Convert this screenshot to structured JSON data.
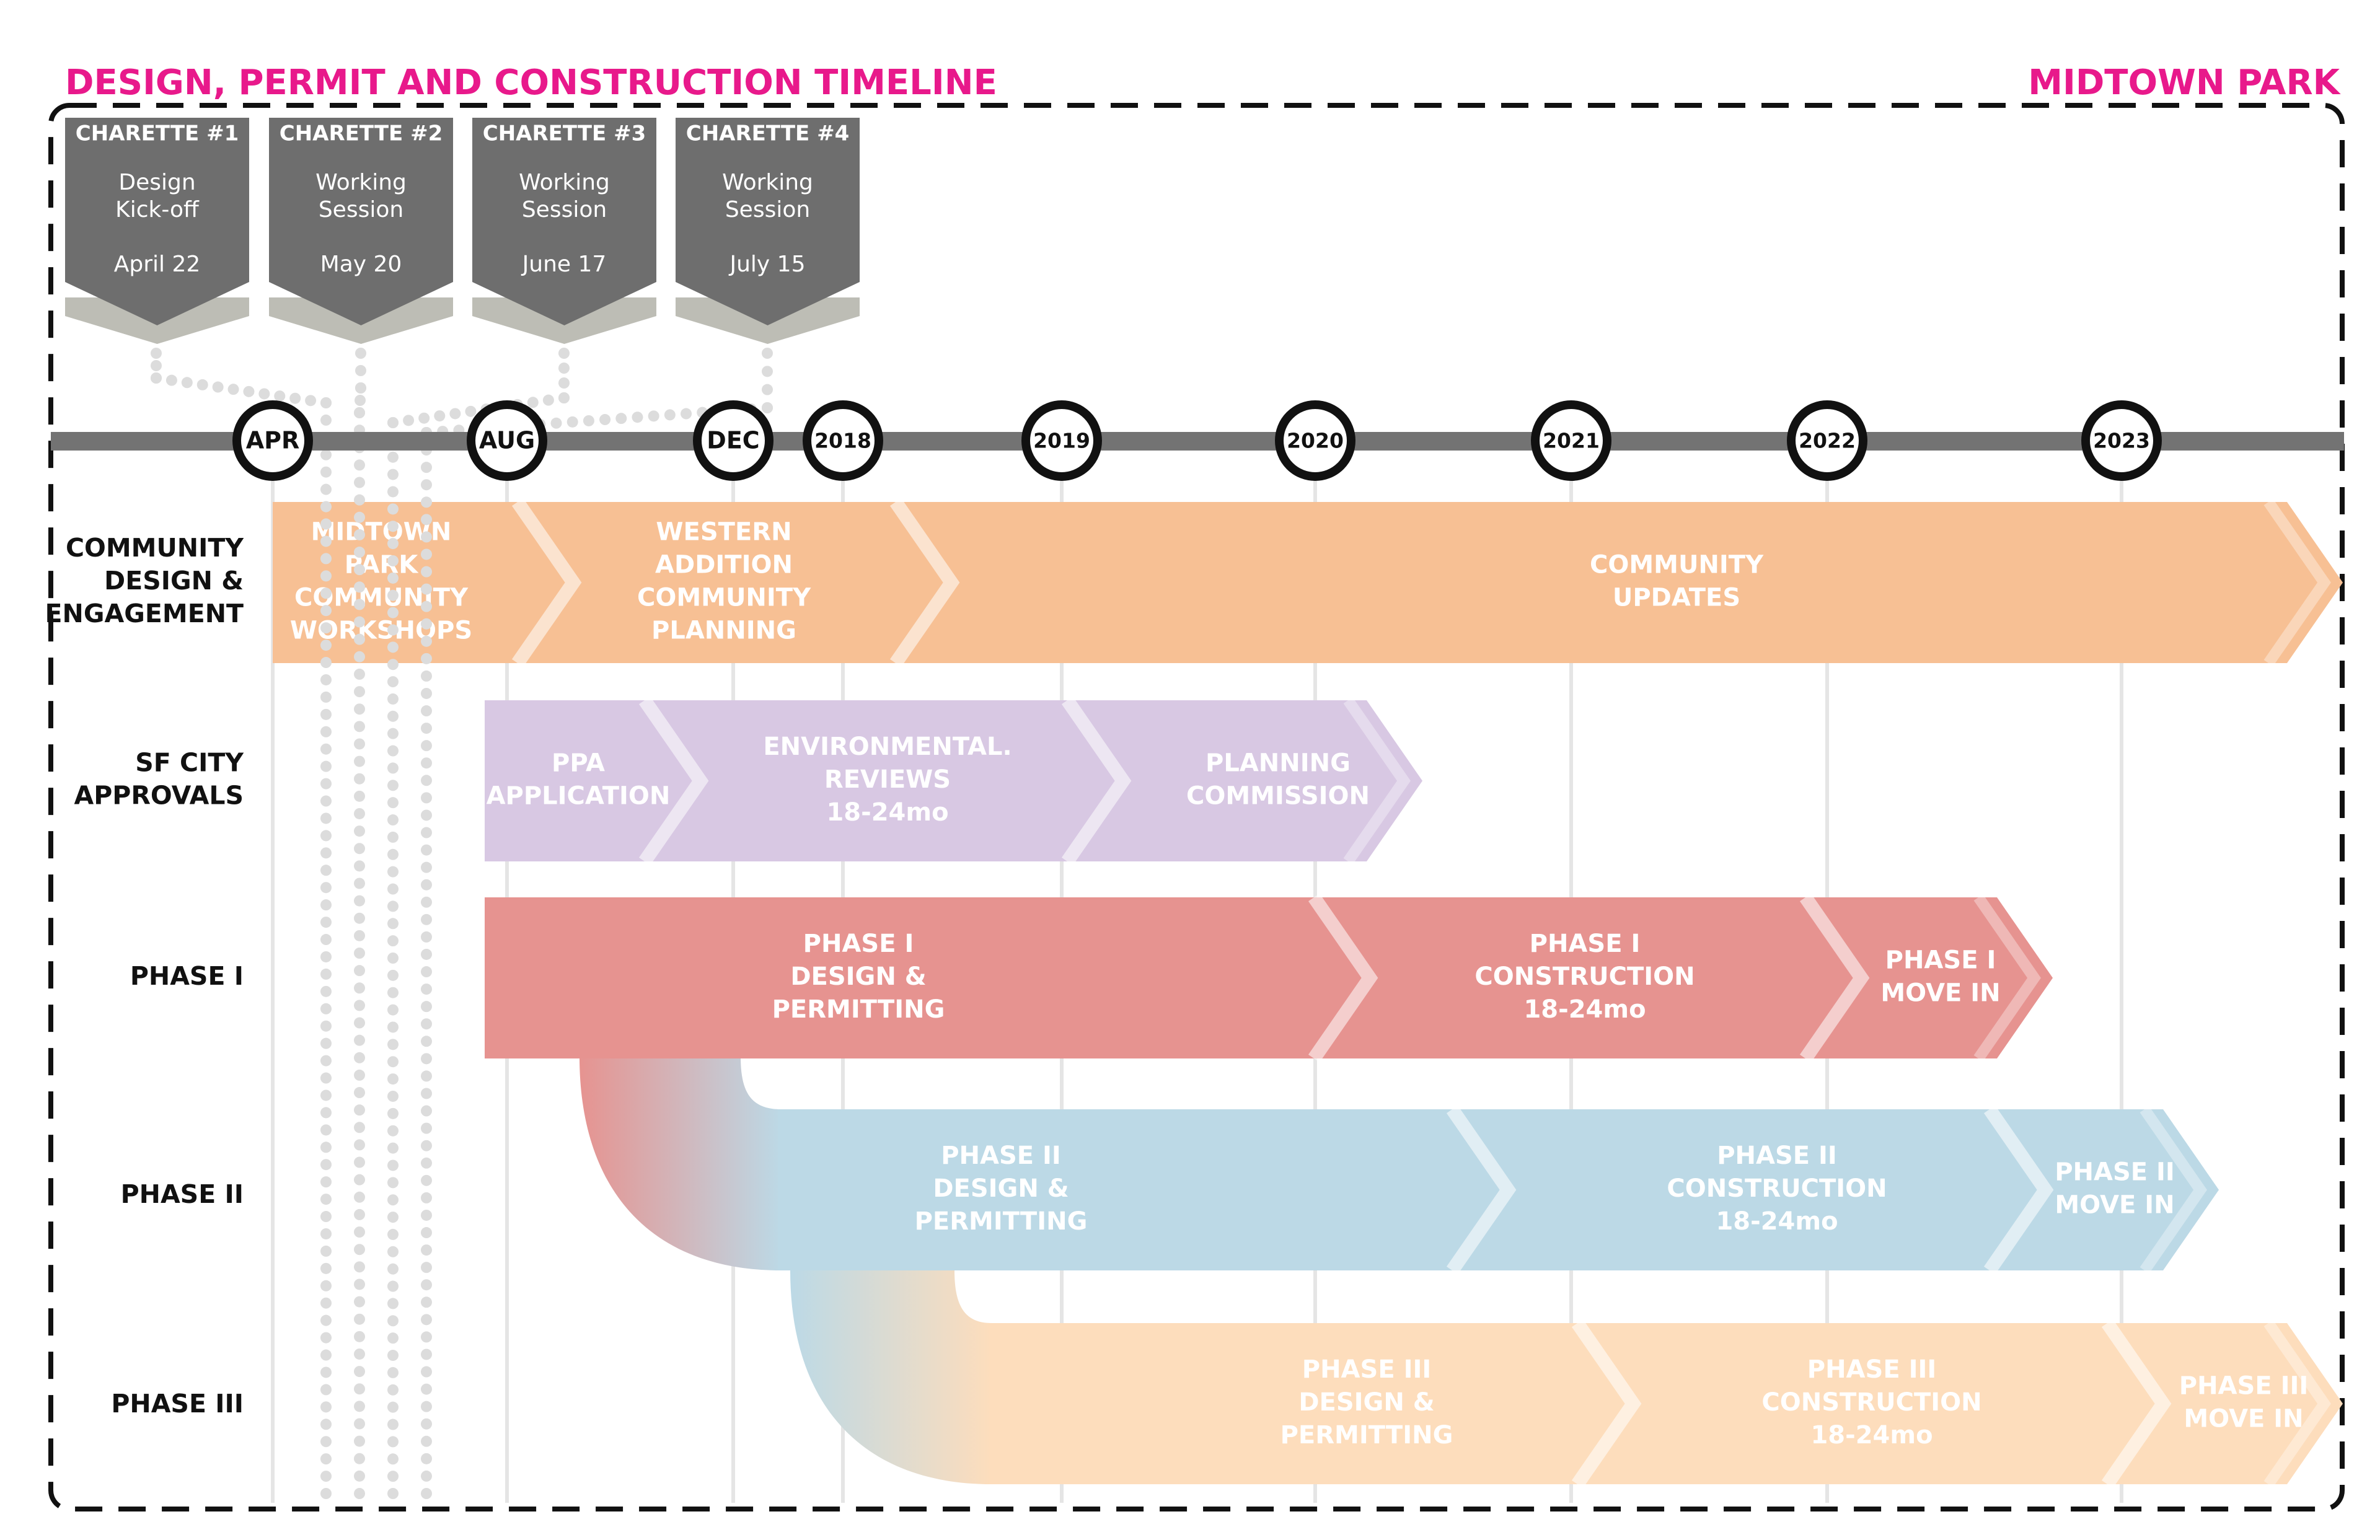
{
  "header": {
    "title": "DESIGN, PERMIT AND CONSTRUCTION TIMELINE",
    "project": "MIDTOWN PARK"
  },
  "colors": {
    "accent": "#E8198B",
    "timeline_bar": "#737373",
    "charette": "#6E6E6E",
    "charette_base": "#BDBDB5",
    "community": "#F7C094",
    "approvals": "#D8C8E3",
    "phase1": "#E69390",
    "phase2": "#BCD9E6",
    "phase3": "#FDDDBC"
  },
  "charettes": [
    {
      "title": "CHARETTE #1",
      "line1": "Design",
      "line2": "Kick-off",
      "date": "April 22"
    },
    {
      "title": "CHARETTE #2",
      "line1": "Working",
      "line2": "Session",
      "date": "May 20"
    },
    {
      "title": "CHARETTE #3",
      "line1": "Working",
      "line2": "Session",
      "date": "June 17"
    },
    {
      "title": "CHARETTE #4",
      "line1": "Working",
      "line2": "Session",
      "date": "July 15"
    }
  ],
  "timeline_markers": [
    "APR",
    "AUG",
    "DEC",
    "2018",
    "2019",
    "2020",
    "2021",
    "2022",
    "2023"
  ],
  "rows": [
    {
      "label": [
        "COMMUNITY",
        "DESIGN &",
        "ENGAGEMENT"
      ]
    },
    {
      "label": [
        "SF CITY",
        "APPROVALS"
      ]
    },
    {
      "label": [
        "PHASE I"
      ]
    },
    {
      "label": [
        "PHASE II"
      ]
    },
    {
      "label": [
        "PHASE III"
      ]
    }
  ],
  "segments": {
    "community": [
      [
        "MIDTOWN",
        "PARK",
        "COMMUNITY",
        "WORKSHOPS"
      ],
      [
        "WESTERN",
        "ADDITION",
        "COMMUNITY",
        "PLANNING"
      ],
      [
        "COMMUNITY",
        "UPDATES"
      ]
    ],
    "approvals": [
      [
        "PPA",
        "APPLICATION"
      ],
      [
        "ENVIRONMENTAL.",
        "REVIEWS",
        "18-24mo"
      ],
      [
        "PLANNING",
        "COMMISSION"
      ]
    ],
    "phase1": [
      [
        "PHASE I",
        "DESIGN &",
        "PERMITTING"
      ],
      [
        "PHASE I",
        "CONSTRUCTION",
        "18-24mo"
      ],
      [
        "PHASE I",
        "MOVE IN"
      ]
    ],
    "phase2": [
      [
        "PHASE II",
        "DESIGN &",
        "PERMITTING"
      ],
      [
        "PHASE II",
        "CONSTRUCTION",
        "18-24mo"
      ],
      [
        "PHASE II",
        "MOVE IN"
      ]
    ],
    "phase3": [
      [
        "PHASE III",
        "DESIGN &",
        "PERMITTING"
      ],
      [
        "PHASE III",
        "CONSTRUCTION",
        "18-24mo"
      ],
      [
        "PHASE III",
        "MOVE IN"
      ]
    ]
  }
}
